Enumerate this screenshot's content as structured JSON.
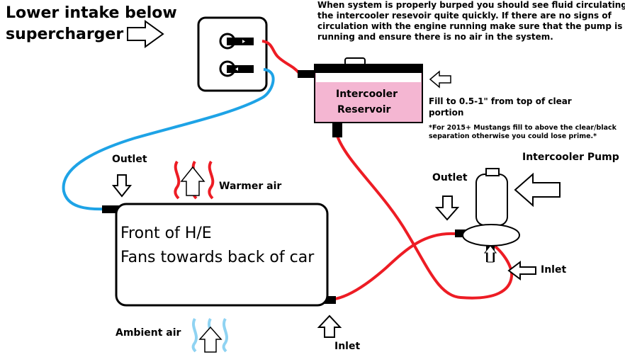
{
  "labels": {
    "lower_intake": [
      "Lower intake below",
      "supercharger"
    ],
    "note": [
      "When system is properly burped you should see fluid circulating in",
      "the intercooler resevoir quite quickly. If there are no signs of",
      "circulation with the engine running make sure that the pump is",
      "running and ensure there is no air in the system."
    ],
    "reservoir": [
      "Intercooler",
      "Reservoir"
    ],
    "fill": [
      "Fill to 0.5-1\" from top of clear",
      "portion"
    ],
    "mustang_note": [
      "*For 2015+ Mustangs fill to above the clear/black",
      "separation otherwise you could lose prime.*"
    ],
    "pump": "Intercooler Pump",
    "pump_outlet": "Outlet",
    "pump_inlet": "Inlet",
    "he_outlet": "Outlet",
    "he_inlet": "Inlet",
    "warmer_air": "Warmer air",
    "ambient_air": "Ambient air",
    "he_text": [
      "Front of H/E",
      "Fans towards back of car"
    ]
  },
  "colors": {
    "hot_hose": "#ed1c24",
    "cold_hose": "#1ea3e6",
    "reservoir_fill": "#f4b6d2",
    "ambient_waves": "#8fd3f2"
  }
}
